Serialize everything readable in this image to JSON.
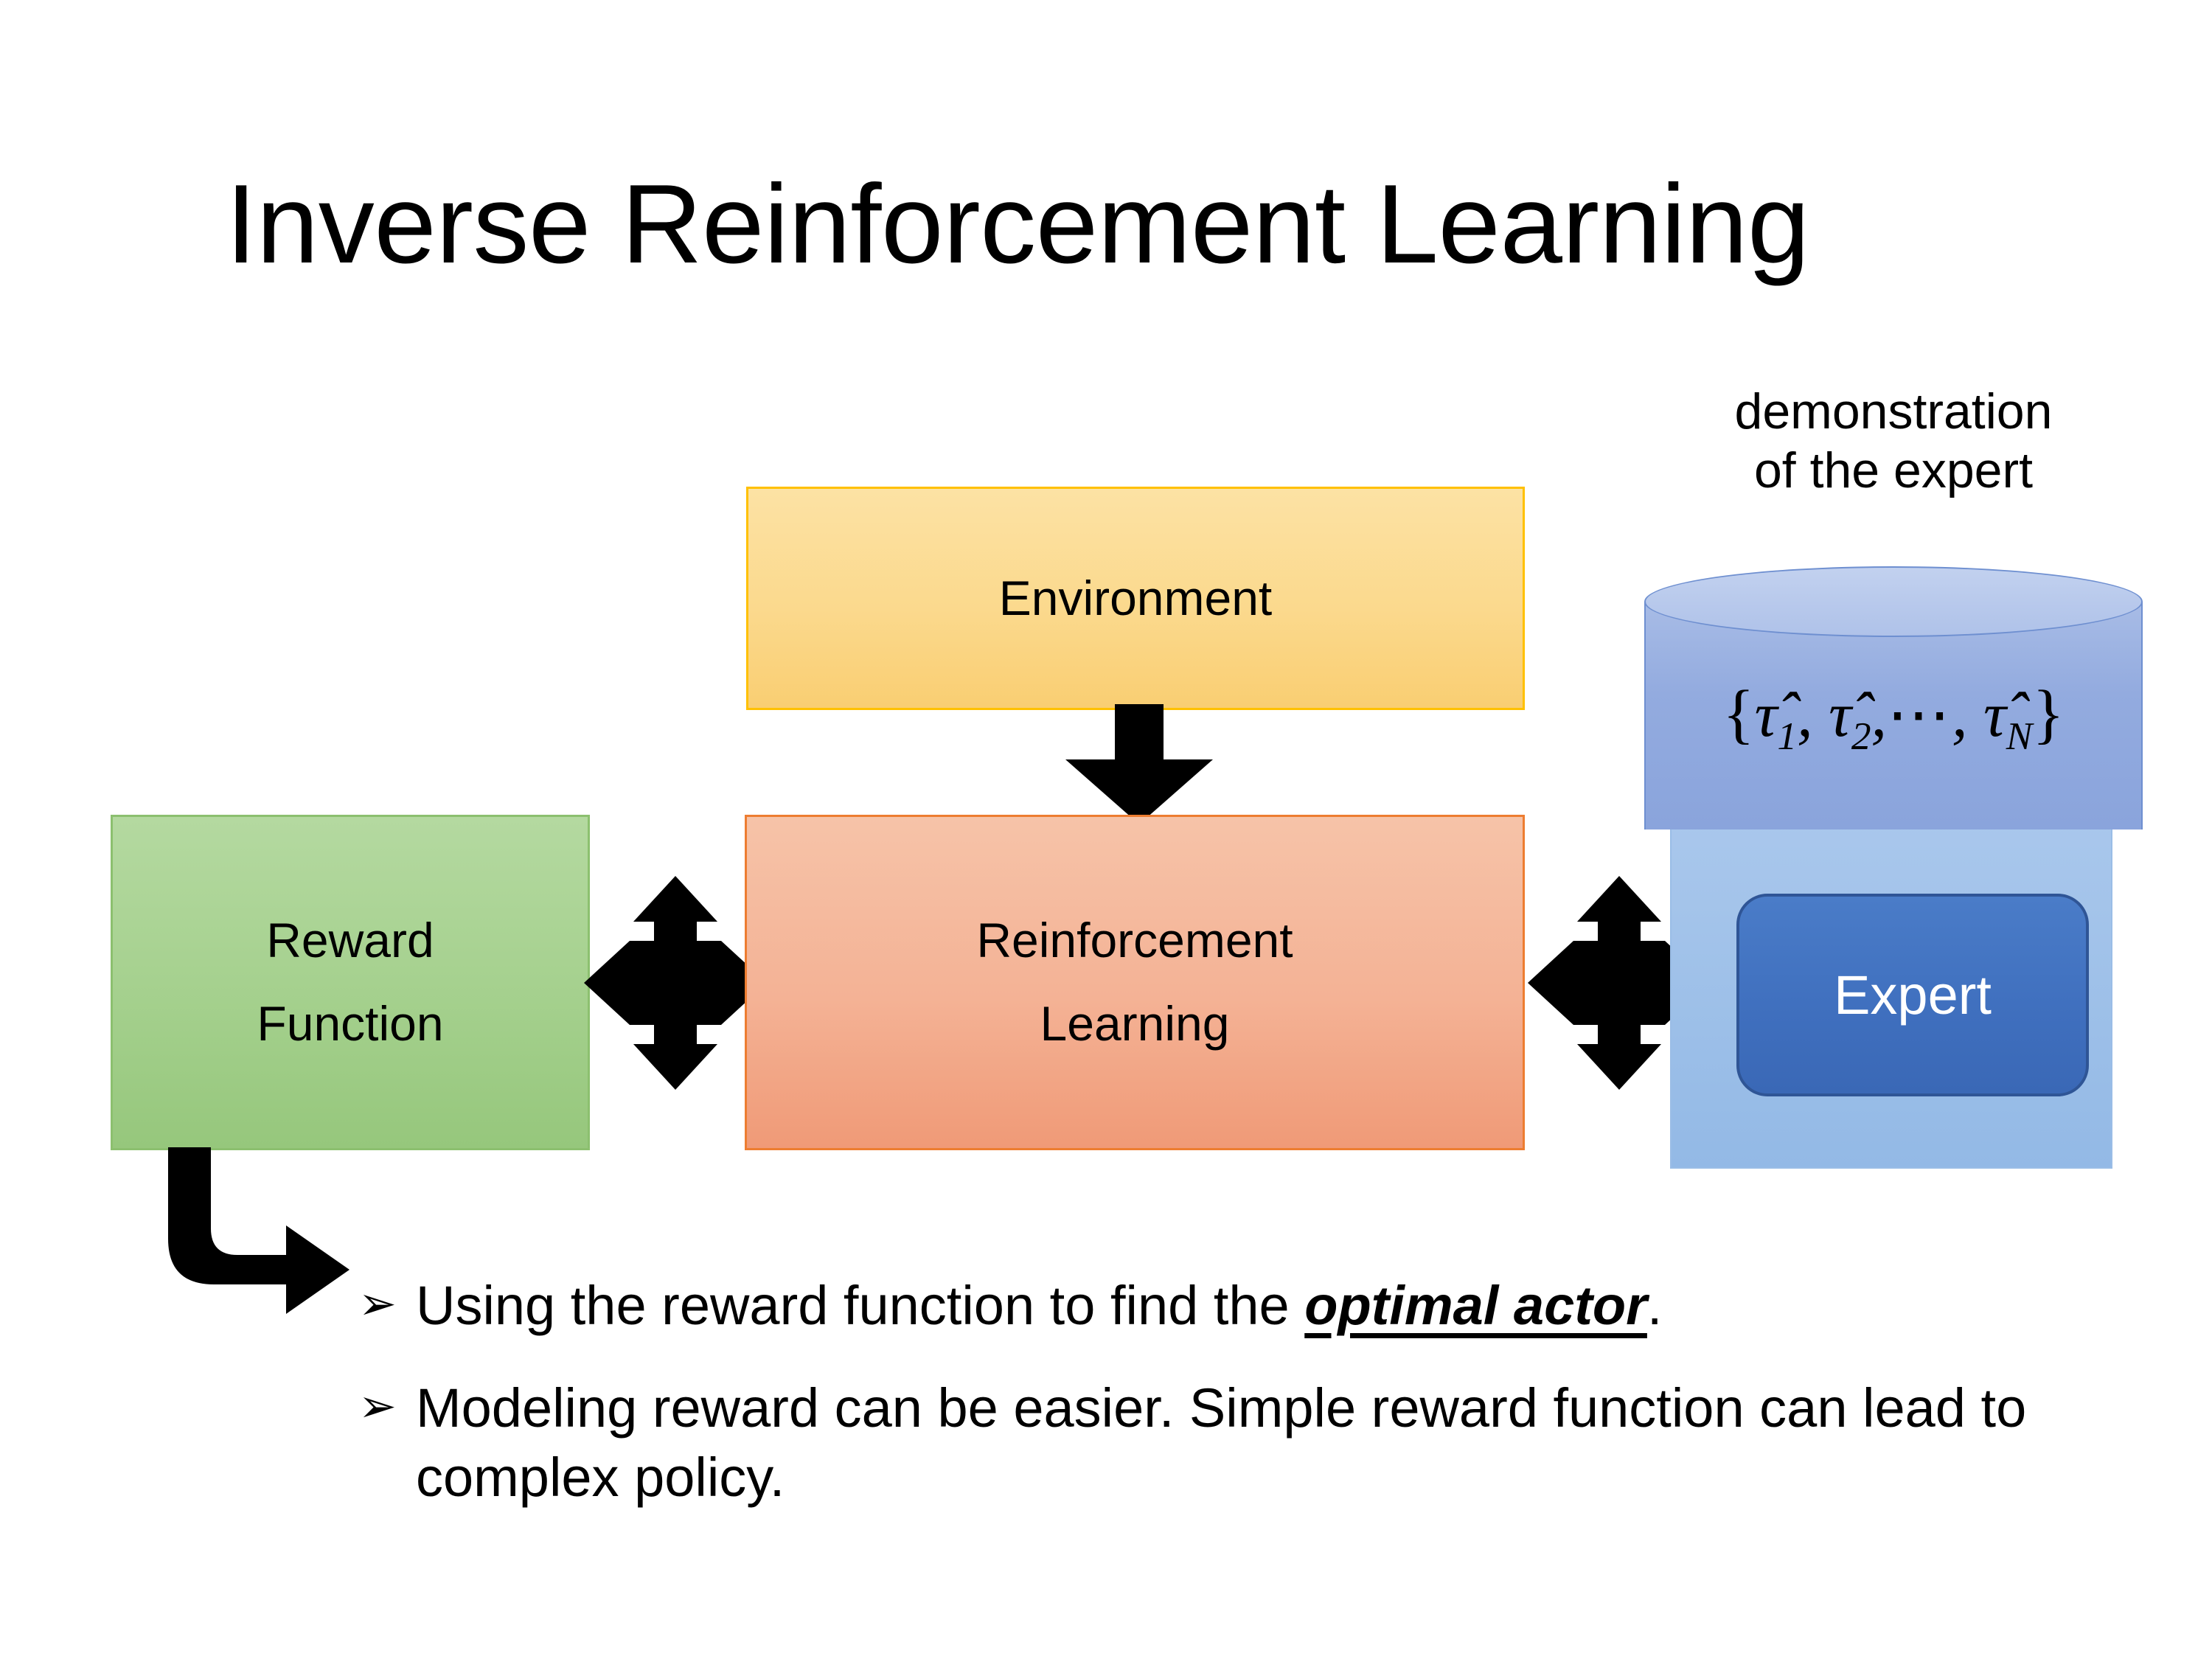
{
  "slide": {
    "title": "Inverse Reinforcement Learning",
    "background_color": "#FFFFFF"
  },
  "diagram": {
    "environment_box": {
      "label": "Environment",
      "fill_color": "#FBD98D",
      "border_color": "#FFC000"
    },
    "reward_box": {
      "label_line1": "Reward",
      "label_line2": "Function",
      "fill_color": "#A6D18F",
      "border_color": "#8CC06F"
    },
    "rl_box": {
      "label_line1": "Reinforcement",
      "label_line2": "Learning",
      "fill_color": "#F4B295",
      "border_color": "#ED7D31"
    },
    "expert_panel": {
      "fill_color": "#9CBFE8"
    },
    "expert_box": {
      "label": "Expert",
      "fill_color": "#3F6FBE",
      "border_color": "#2F5596",
      "text_color": "#FFFFFF"
    },
    "demonstration_store": {
      "caption_line1": "demonstration",
      "caption_line2": "of the expert",
      "open_brace": "{",
      "tau1": "τ̂",
      "sub1": "1",
      "comma1": ",",
      "tau2": "τ̂",
      "sub2": "2",
      "comma2": ",",
      "ellipsis": "⋯",
      "comma3": ",",
      "tauN": "τ̂",
      "subN": "N",
      "close_brace": "}",
      "fill_color": "#93ABDF",
      "top_fill_color": "#BACBED",
      "border_color": "#6E8FD0"
    },
    "arrows": {
      "env_to_rl": "down-arrow",
      "reward_rl_link": "quad-double-arrow",
      "rl_expert_link": "quad-double-arrow",
      "reward_to_bullets": "elbow-arrow",
      "color": "#000000"
    }
  },
  "bullets": [
    {
      "marker": "➢",
      "text_before": "Using the reward function to find the ",
      "emphasis": "optimal actor",
      "text_after": "."
    },
    {
      "marker": "➢",
      "text_before": "Modeling reward can be easier. Simple reward function can lead to complex policy.",
      "emphasis": "",
      "text_after": ""
    }
  ]
}
